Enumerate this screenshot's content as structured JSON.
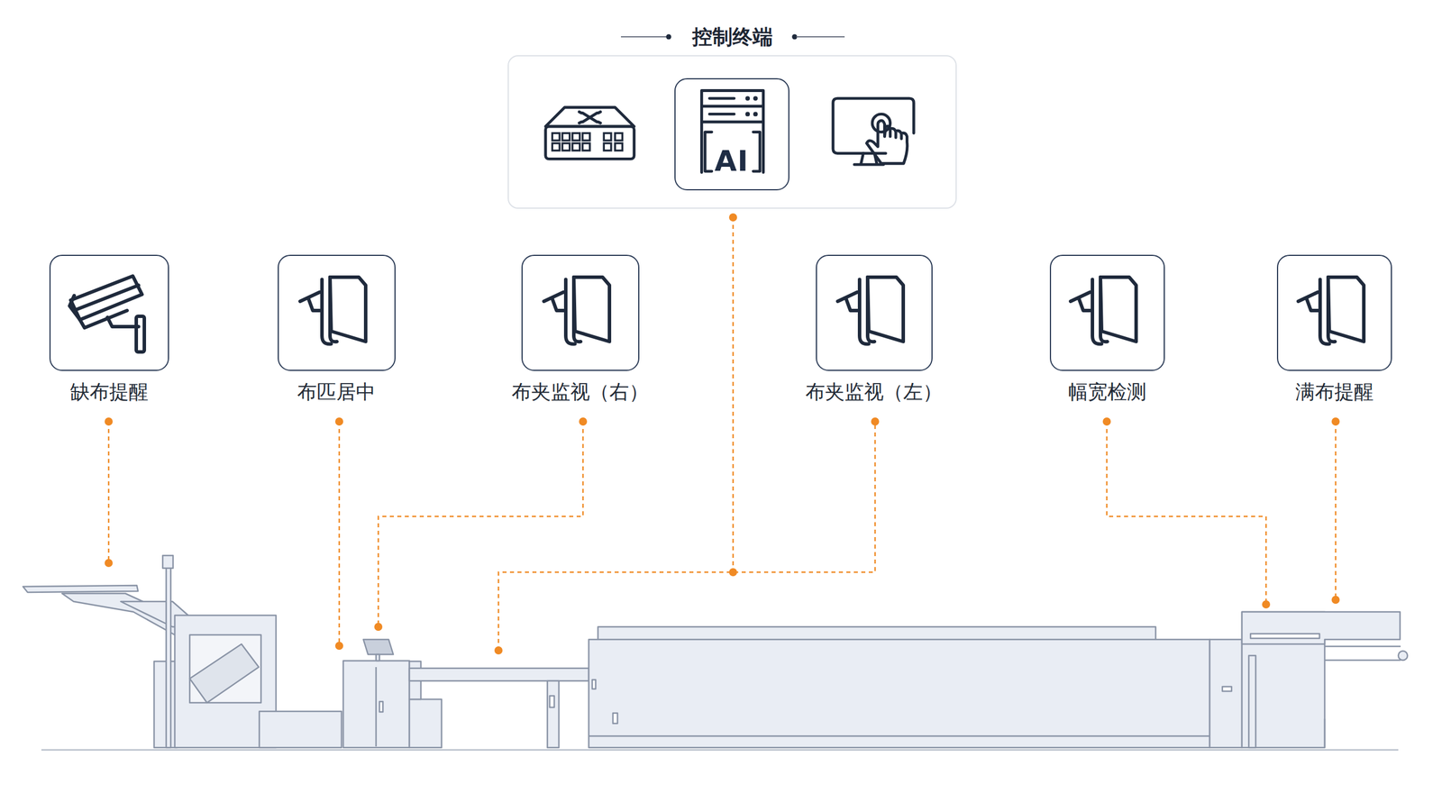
{
  "diagram": {
    "nodes": [
      {
        "text": [
          "控制终端"
        ]
      },
      {
        "text": [
          "AI"
        ],
        "in": 0
      },
      {
        "text": [
          "缺布提醒"
        ]
      },
      {
        "text": [
          "布匹居中"
        ]
      },
      {
        "text": [
          "布夹监视（右）"
        ]
      },
      {
        "text": [
          "布夹监视（左）"
        ]
      },
      {
        "text": [
          "幅宽检测"
        ]
      },
      {
        "text": [
          "满布提醒"
        ]
      }
    ]
  }
}
